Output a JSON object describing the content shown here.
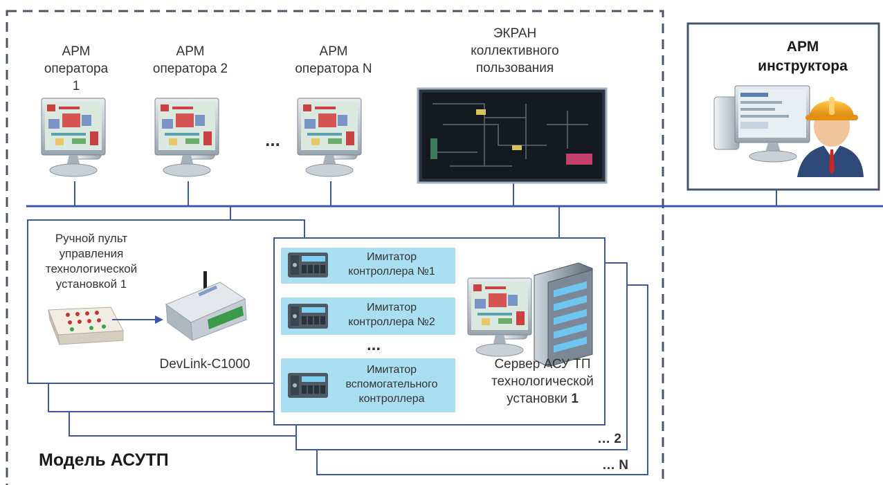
{
  "workstations": {
    "op1": {
      "line1": "АРМ",
      "line2": "оператора 1"
    },
    "op2": {
      "line1": "АРМ",
      "line2": "оператора 2"
    },
    "opN": {
      "line1": "АРМ",
      "line2": "оператора N"
    },
    "ellipsis": "...",
    "screen": {
      "line1": "ЭКРАН",
      "line2": "коллективного",
      "line3": "пользования"
    },
    "instructor": {
      "line1": "АРМ",
      "line2": "инструктора"
    }
  },
  "asutp_model": {
    "title": "Модель АСУТП",
    "panel": {
      "line1": "Ручной пульт",
      "line2": "управления",
      "line3": "технологической",
      "line4": "установкой 1"
    },
    "devlink": "DevLink-C1000",
    "controllers": [
      {
        "line1": "Имитатор",
        "line2": "контроллера №1"
      },
      {
        "line1": "Имитатор",
        "line2": "контроллера №2"
      },
      {
        "line1": "Имитатор",
        "line2": "вспомогательного",
        "line3": "контроллера"
      }
    ],
    "ctrl_ellipsis": "...",
    "server": {
      "line1": "Сервер АСУ ТП",
      "line2": "технологической",
      "line3_text": "установки ",
      "line3_num": "1"
    },
    "stack2": "… 2",
    "stackN": "… N"
  },
  "colors": {
    "network": "#3d57a8",
    "dashed_border": "#4a5668",
    "imitator_fill": "#a9dff0",
    "helmet": "#f5a623"
  }
}
